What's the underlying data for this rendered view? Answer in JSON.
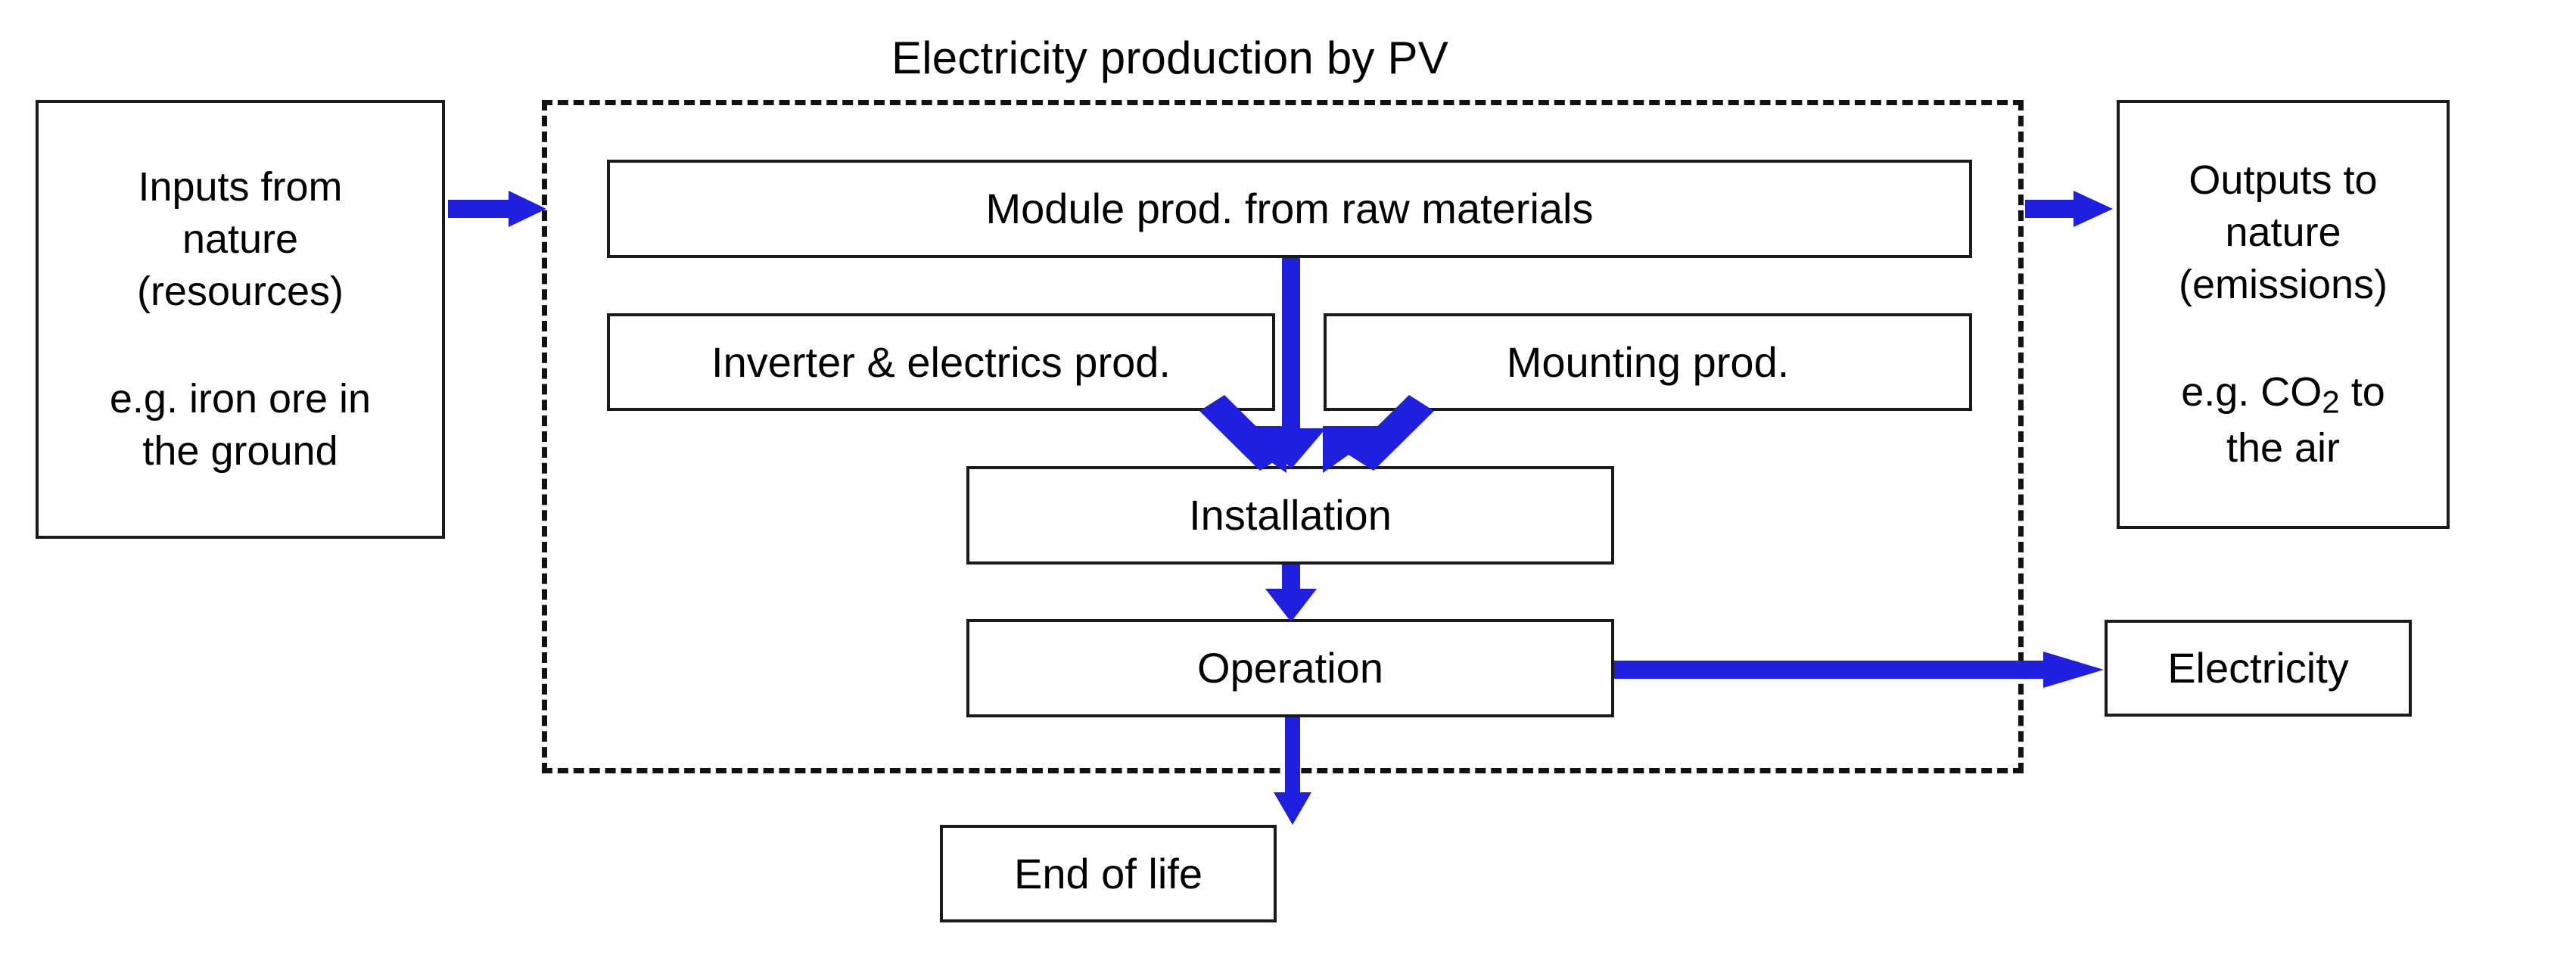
{
  "diagram": {
    "title": "Electricity production by PV",
    "accent_color": "#1f1fe0",
    "box_border_color": "#1a1a1a",
    "boundary_style": "dashed",
    "background": "#ffffff"
  },
  "boxes": {
    "inputs": {
      "line1": "Inputs from",
      "line2": "nature",
      "line3": "(resources)",
      "example": "e.g. iron ore in",
      "example2": "the ground"
    },
    "outputs": {
      "line1": "Outputs to",
      "line2": "nature",
      "line3": "(emissions)",
      "example_pre": "e.g. CO",
      "example_sub": "2",
      "example_post": " to",
      "example2": "the air"
    },
    "module": {
      "label": "Module prod. from raw materials"
    },
    "inverter": {
      "label": "Inverter & electrics prod."
    },
    "mounting": {
      "label": "Mounting prod."
    },
    "installation": {
      "label": "Installation"
    },
    "operation": {
      "label": "Operation"
    },
    "end_of_life": {
      "label": "End of life"
    },
    "electricity": {
      "label": "Electricity"
    }
  },
  "flows": [
    {
      "name": "inputs-to-system",
      "from": "inputs",
      "to": "system-boundary",
      "direction": "right"
    },
    {
      "name": "system-to-outputs",
      "from": "system-boundary",
      "to": "outputs",
      "direction": "right"
    },
    {
      "name": "module-to-installation",
      "from": "module",
      "to": "installation",
      "direction": "down"
    },
    {
      "name": "inverter-to-installation",
      "from": "inverter",
      "to": "installation",
      "direction": "down-right"
    },
    {
      "name": "mounting-to-installation",
      "from": "mounting",
      "to": "installation",
      "direction": "down-left"
    },
    {
      "name": "installation-to-operation",
      "from": "installation",
      "to": "operation",
      "direction": "down"
    },
    {
      "name": "operation-to-electricity",
      "from": "operation",
      "to": "electricity",
      "direction": "right"
    },
    {
      "name": "operation-to-end-of-life",
      "from": "operation",
      "to": "end_of_life",
      "direction": "down"
    }
  ]
}
